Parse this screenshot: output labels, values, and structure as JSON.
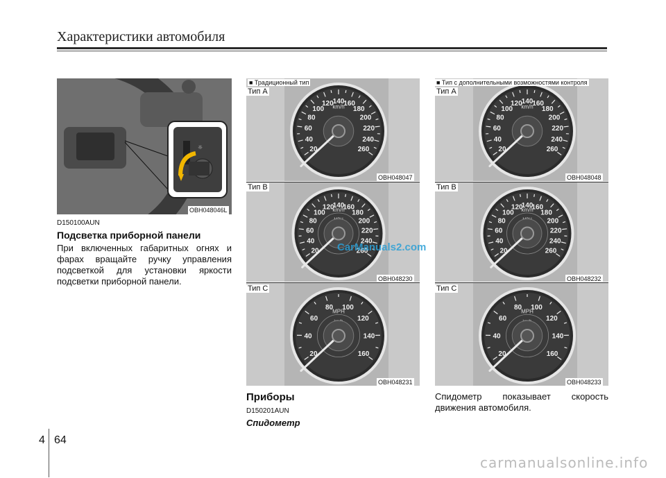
{
  "header": {
    "title": "Характеристики автомобиля"
  },
  "left": {
    "photo_code": "OBH048046L",
    "ref_code": "D150100AUN",
    "title": "Подсветка приборной панели",
    "text": "При включенных габаритных огнях и фарах вращайте ручку управления подсветкой для установки яркости подсветки приборной панели."
  },
  "middle": {
    "variant_label": "■ Традиционный тип",
    "gauges": [
      {
        "type": "Тип А",
        "code": "OBH048047",
        "ticks": [
          "20",
          "40",
          "60",
          "80",
          "100",
          "120",
          "140",
          "160",
          "180",
          "200",
          "220",
          "240",
          "260"
        ],
        "unit": "km/h"
      },
      {
        "type": "Тип В",
        "code": "OBH048230",
        "ticks": [
          "20",
          "40",
          "60",
          "80",
          "100",
          "120",
          "140",
          "160",
          "180",
          "200",
          "220",
          "240",
          "260"
        ],
        "unit": "km/h",
        "inner_unit": "MPH"
      },
      {
        "type": "Тип С",
        "code": "OBH048231",
        "ticks": [
          "20",
          "40",
          "60",
          "80",
          "100",
          "120",
          "140",
          "160"
        ],
        "unit": "MPH",
        "inner_unit": "km/h"
      }
    ],
    "section_title": "Приборы",
    "ref_code": "D150201AUN",
    "subtitle": "Спидометр"
  },
  "right": {
    "variant_label": "■ Тип с дополнительными возможностями контроля",
    "gauges": [
      {
        "type": "Тип А",
        "code": "OBH048048",
        "ticks": [
          "20",
          "40",
          "60",
          "80",
          "100",
          "120",
          "140",
          "160",
          "180",
          "200",
          "220",
          "240",
          "260"
        ],
        "unit": "km/h"
      },
      {
        "type": "Тип В",
        "code": "OBH048232",
        "ticks": [
          "20",
          "40",
          "60",
          "80",
          "100",
          "120",
          "140",
          "160",
          "180",
          "200",
          "220",
          "240",
          "260"
        ],
        "unit": "km/h",
        "inner_unit": "MPH"
      },
      {
        "type": "Тип С",
        "code": "OBH048233",
        "ticks": [
          "20",
          "40",
          "60",
          "80",
          "100",
          "120",
          "140",
          "160"
        ],
        "unit": "MPH",
        "inner_unit": "km/h"
      }
    ],
    "text": "Спидометр показывает скорость движения автомобиля."
  },
  "footer": {
    "chapter": "4",
    "page": "64"
  },
  "watermark": "CarManuals2.com",
  "site_mark": "carmanualsonline.info"
}
